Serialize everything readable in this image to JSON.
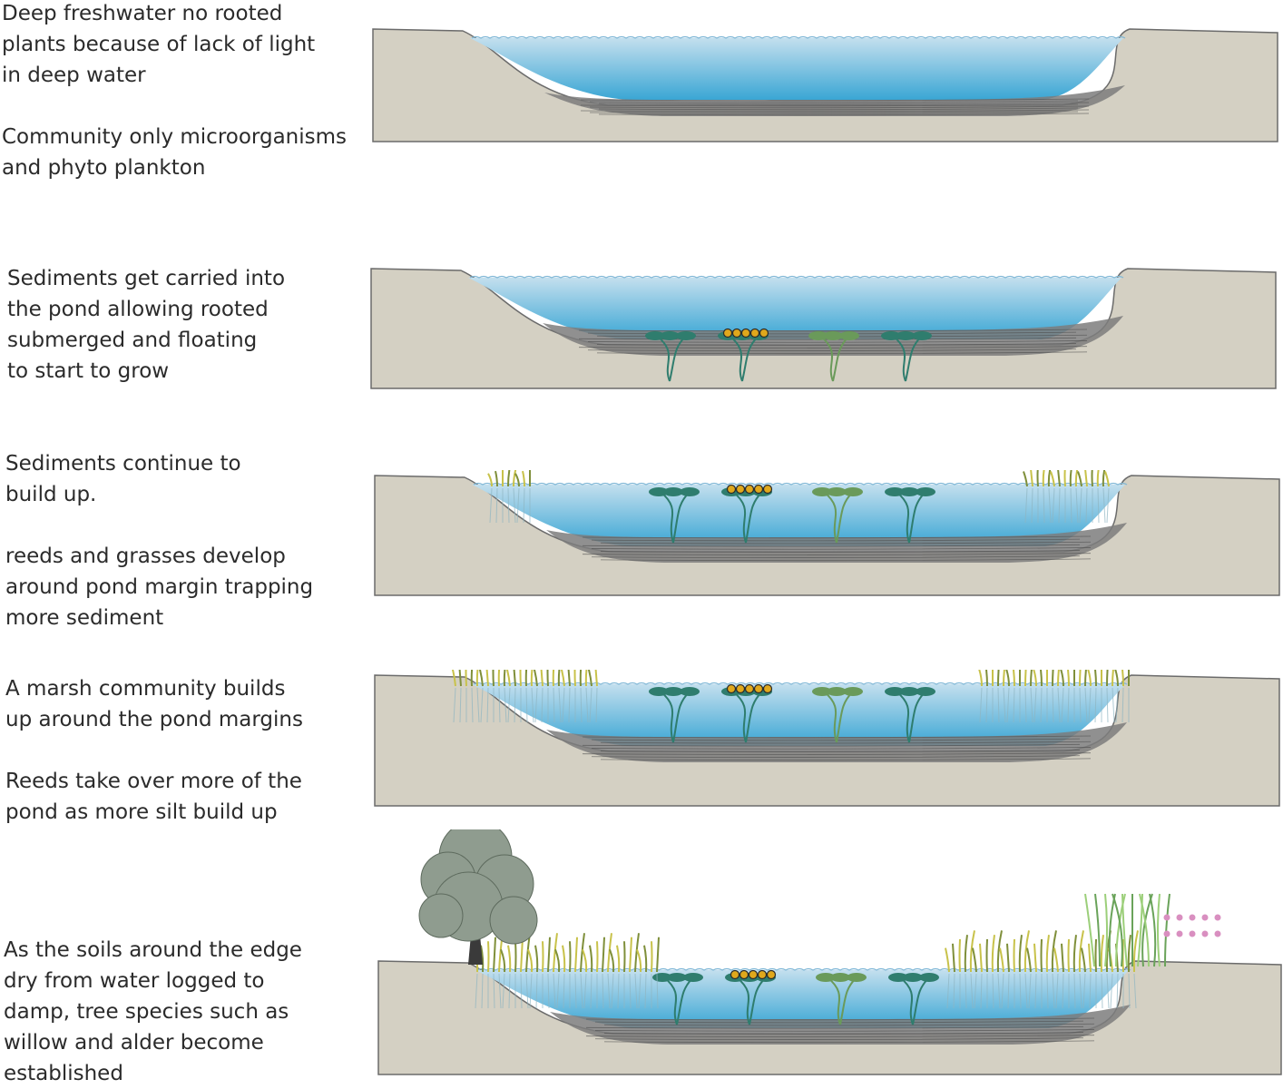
{
  "stages": [
    {
      "id": "stage-1",
      "captions": [
        "Deep freshwater no rooted\nplants because of lack of light\nin deep water",
        "Community only microorganisms\nand phyto plankton"
      ]
    },
    {
      "id": "stage-2",
      "captions": [
        "Sediments get carried into\nthe pond allowing rooted\nsubmerged and floating\nto start to grow"
      ]
    },
    {
      "id": "stage-3",
      "captions": [
        "Sediments continue to\nbuild up.",
        "reeds and grasses develop\naround pond margin trapping\n more sediment"
      ]
    },
    {
      "id": "stage-4",
      "captions": [
        "A marsh community builds\nup around the pond margins",
        "Reeds take over more of the\npond as more silt build up"
      ]
    },
    {
      "id": "stage-5",
      "captions": [
        "As the soils around the edge\ndry from water logged to\ndamp, tree species such as\nwillow and alder become\nestablished"
      ]
    }
  ],
  "colors": {
    "ground": "#d4d0c3",
    "ground_stroke": "#6b6b6b",
    "water_top": "#c3dfee",
    "water_bottom": "#3aa6d4",
    "sediment": "#7d7d7d",
    "lily_pad": "#2f7d6e",
    "lily_flower": "#e0a81c",
    "reed": "#c8c24a",
    "tree": "#8f9c8f"
  }
}
